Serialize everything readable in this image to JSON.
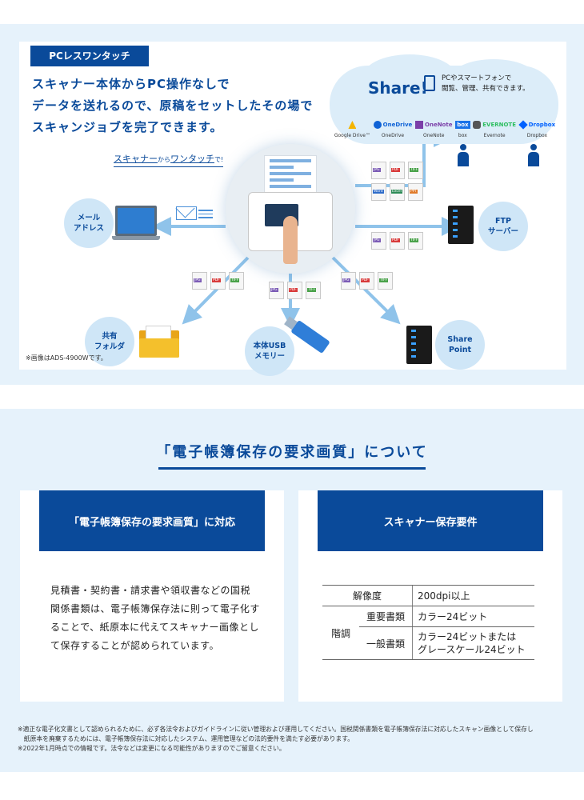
{
  "top": {
    "tag": "PCレスワンタッチ",
    "lead_lines": [
      "スキャナー本体からPC操作なしで",
      "データを送れるので、原稿をセットしたその場で",
      "スキャンジョブを完了できます。"
    ],
    "onetouch": {
      "a": "スキャナー",
      "b": "から",
      "c": "ワンタッチ",
      "d": "で!"
    },
    "share": {
      "title": "Share!",
      "desc_line1": "PCやスマートフォンで",
      "desc_line2": "閲覧、管理、共有できます。",
      "services": [
        {
          "logo": "",
          "caption": "Google Drive™",
          "color": "#f4b400"
        },
        {
          "logo": "OneDrive",
          "caption": "OneDrive",
          "color": "#0f62d6"
        },
        {
          "logo": "OneNote",
          "caption": "OneNote",
          "color": "#7b3fa8"
        },
        {
          "logo": "box",
          "caption": "box",
          "color": "#1a73e8"
        },
        {
          "logo": "EVERNOTE",
          "caption": "Evernote",
          "color": "#2dbe60"
        },
        {
          "logo": "Dropbox",
          "caption": "Dropbox",
          "color": "#0061ff"
        }
      ]
    },
    "nodes": {
      "mail_l1": "メール",
      "mail_l2": "アドレス",
      "ftp_l1": "FTP",
      "ftp_l2": "サーバー",
      "folder_l1": "共有",
      "folder_l2": "フォルダ",
      "usb_l1": "本体USB",
      "usb_l2": "メモリー",
      "sp_l1": "Share",
      "sp_l2": "Point"
    },
    "files": {
      "jpg": "JPG",
      "pdf": "PDF",
      "tif": "TIFF",
      "word": "Word",
      "excel": "Excel",
      "ppt": "PPT"
    },
    "image_note": "※画像はADS-4900Wです。"
  },
  "bottom": {
    "section_title": "「電子帳簿保存の要求画質」について",
    "left_card": {
      "heading": "「電子帳簿保存の要求画質」に対応",
      "body": "見積書・契約書・請求書や領収書などの国税関係書類は、電子帳簿保存法に則って電子化することで、紙原本に代えてスキャナー画像として保存することが認められています。"
    },
    "right_card": {
      "heading": "スキャナー保存要件",
      "table": {
        "resolution_label": "解像度",
        "resolution_value": "200dpi以上",
        "gradation_label": "階調",
        "important_label": "重要書類",
        "important_value": "カラー24ビット",
        "general_label": "一般書類",
        "general_value_l1": "カラー24ビットまたは",
        "general_value_l2": "グレースケール24ビット"
      }
    },
    "notes": {
      "line1": "※適正な電子化文書として認められるために、必ず各法令およびガイドラインに従い管理および運用してください。国税関係書類を電子帳簿保存法に対応したスキャン画像として保存し",
      "line2": "　紙原本を廃棄するためには、電子帳簿保存法に対応したシステム、運用管理などの法的要件を満たす必要があります。",
      "line3": "※2022年1月時点での情報です。法令などは変更になる可能性がありますのでご留意ください。"
    }
  }
}
